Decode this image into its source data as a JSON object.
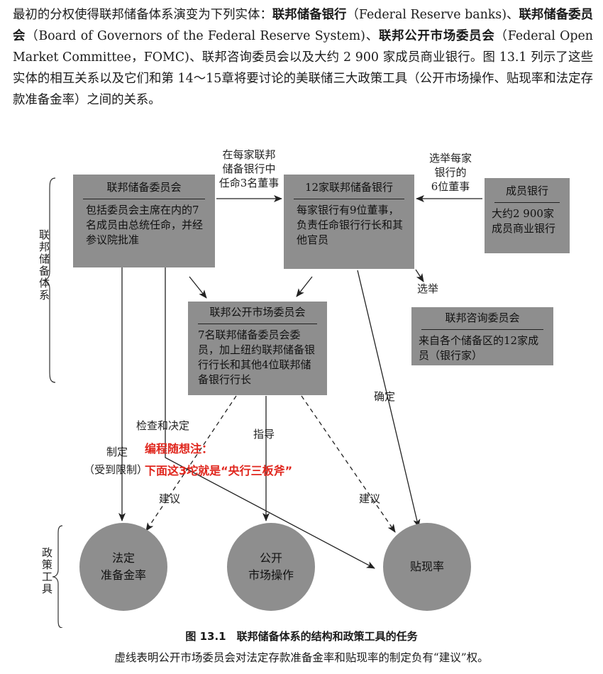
{
  "paragraph": {
    "p1": "最初的分权使得联邦储备体系演变为下列实体：",
    "b1": "联邦储备银行",
    "p2": "（Federal Reserve banks)、",
    "b2": "联邦储备委员会",
    "p3": "（Board of Governors of the Federal Reserve System)、",
    "b3": "联邦公开市场委员会",
    "p4": "（Federal Open Market Committee，FOMC)、联邦咨询委员会以及大约 2 900 家成员商业银行。图 13.1 列示了这些实体的相互关系以及它们和第 14～15章将要讨论的美联储三大政策工具（公开市场操作、贴现率和法定存款准备金率）之间的关系。"
  },
  "boxes": {
    "board": {
      "title": "联邦储备委员会",
      "body": "包括委员会主席在内的7名成员由总统任命，并经参议院批准"
    },
    "reserve_banks": {
      "title": "12家联邦储备银行",
      "body": "每家银行有9位董事，负责任命银行行长和其他官员"
    },
    "member_banks": {
      "title": "成员银行",
      "body": "大约2 900家成员商业银行"
    },
    "fomc": {
      "title": "联邦公开市场委员会",
      "body": "7名联邦储备委员会委员，加上纽约联邦储备银行行长和其他4位联邦储备银行行长"
    },
    "advisory": {
      "title": "联邦咨询委员会",
      "body": "来自各个储备区的12家成员（银行家）"
    }
  },
  "labels": {
    "appoint_directors": [
      "在每家联邦",
      "储备银行中",
      "任命3名董事"
    ],
    "elect_directors": [
      "选举每家",
      "银行的",
      "6位董事"
    ],
    "elect": "选举",
    "confirm": "确定",
    "review": "检查和决定",
    "set_line1": "制定",
    "set_line2": "（受到限制）",
    "guide": "指导",
    "advise_left": "建议",
    "advise_right": "建议"
  },
  "side_labels": {
    "system": "联邦储备体系",
    "tools": "政策工具"
  },
  "tools": {
    "reserve": [
      "法定",
      "准备金率"
    ],
    "open_market": [
      "公开",
      "市场操作"
    ],
    "discount": "贴现率"
  },
  "note": {
    "line1": "编程随想注：",
    "line2": "下面这3坨就是“央行三板斧”"
  },
  "caption": {
    "title": "图 13.1　联邦储备体系的结构和政策工具的任务",
    "subtitle": "虚线表明公开市场委员会对法定存款准备金率和贴现率的制定负有“建议”权。"
  },
  "colors": {
    "box_fill": "#8e8e8e",
    "note_red": "#e0261d"
  }
}
